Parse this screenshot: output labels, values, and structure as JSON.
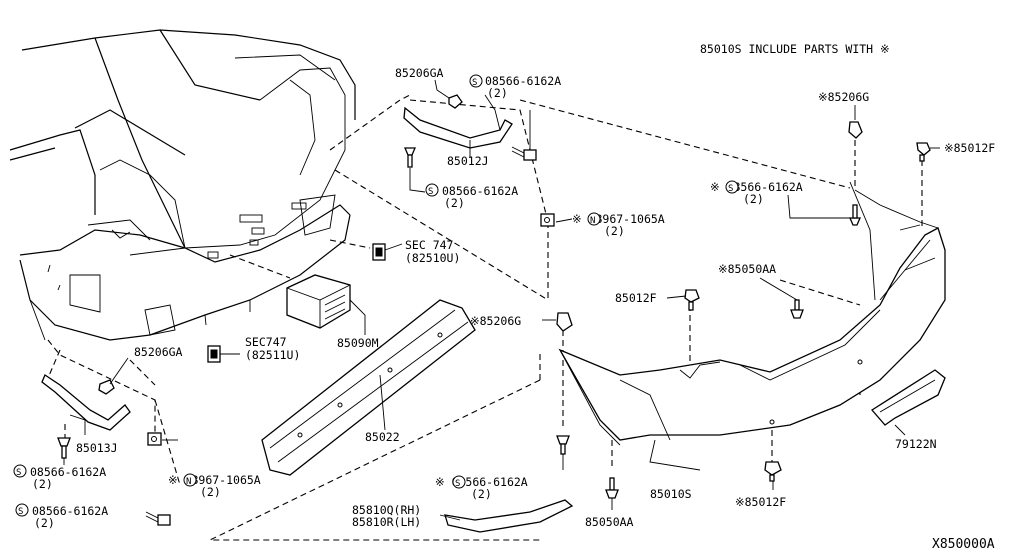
{
  "header_note": "85010S INCLUDE PARTS WITH ※",
  "diagram_id": "X850000A",
  "labels": {
    "p85206GA_top": "85206GA",
    "bolt_top_a": "08566-6162A",
    "bolt_top_a_qty": "(2)",
    "p85012J": "85012J",
    "bolt_top_b": "08566-6162A",
    "bolt_top_b_qty": "(2)",
    "sec747_a": "SEC 747",
    "sec747_a_ref": "(82510U)",
    "nut_mid": "※ 08967-1065A",
    "nut_mid_qty": "(2)",
    "p85206G_right": "※85206G",
    "p85012F_right": "※85012F",
    "bolt_right": "※ 08566-6162A",
    "bolt_right_qty": "(2)",
    "p85050AA_star": "※85050AA",
    "p85012F_mid": "85012F",
    "p85206G_mid": "※85206G",
    "p85090M": "85090M",
    "sec747_b": "SEC747",
    "sec747_b_ref": "(82511U)",
    "p85206GA_left": "85206GA",
    "p85013J": "85013J",
    "bolt_left_a": "08566-6162A",
    "bolt_left_a_qty": "(2)",
    "nut_left": "※ 08967-1065A",
    "nut_left_qty": "(2)",
    "bolt_left_b": "08566-6162A",
    "bolt_left_b_qty": "(2)",
    "p85022": "85022",
    "bolt_bottom": "※ 08566-6162A",
    "bolt_bottom_qty": "(2)",
    "p85810Q": "85810Q(RH)",
    "p85810R": "85810R(LH)",
    "p85050AA": "85050AA",
    "p85010S": "85010S",
    "p85012F_bottom": "※85012F",
    "p79122N": "79122N"
  },
  "symbols": {
    "bolt_prefix": "S",
    "nut_prefix": "N"
  }
}
